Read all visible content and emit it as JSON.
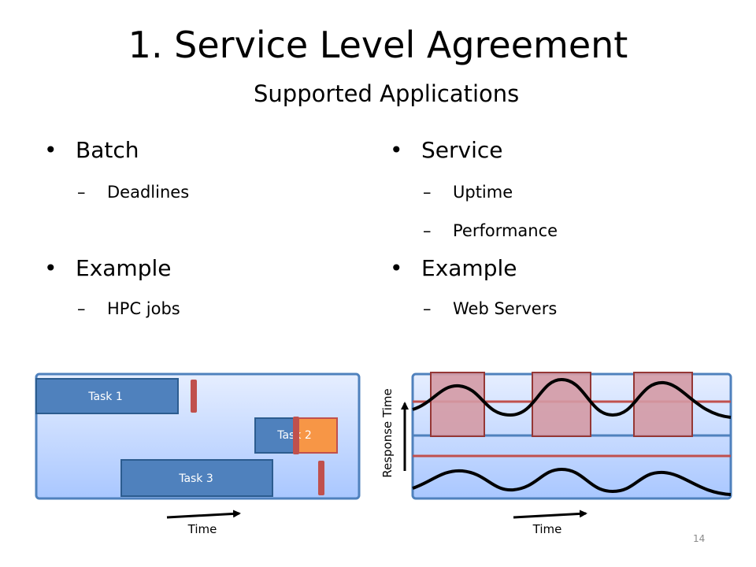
{
  "slide": {
    "title": "1. Service Level Agreement",
    "subtitle": "Supported Applications",
    "page_number": "14"
  },
  "left_column": {
    "bullet_1": "Batch",
    "bullet_1_sub_1": "Deadlines",
    "bullet_2": "Example",
    "bullet_2_sub_1": "HPC jobs"
  },
  "right_column": {
    "bullet_1": "Service",
    "bullet_1_sub_1": "Uptime",
    "bullet_1_sub_2": "Performance",
    "bullet_2": "Example",
    "bullet_2_sub_1": "Web Servers"
  },
  "batch_diagram": {
    "tasks": [
      "Task 1",
      "Task 2",
      "Task 3"
    ],
    "time_label": "Time"
  },
  "service_diagram": {
    "y_label": "Response Time",
    "x_label": "Time"
  },
  "markers": {
    "bullet": "•",
    "dash": "–"
  },
  "colors": {
    "panel_top": "#e6eeff",
    "panel_bottom": "#a9c7ff",
    "task_blue": "#4f81bd",
    "task_orange": "#f79646",
    "deadline_red": "#c0504d",
    "window_fill": "#d49aa5",
    "window_stroke": "#953735"
  }
}
